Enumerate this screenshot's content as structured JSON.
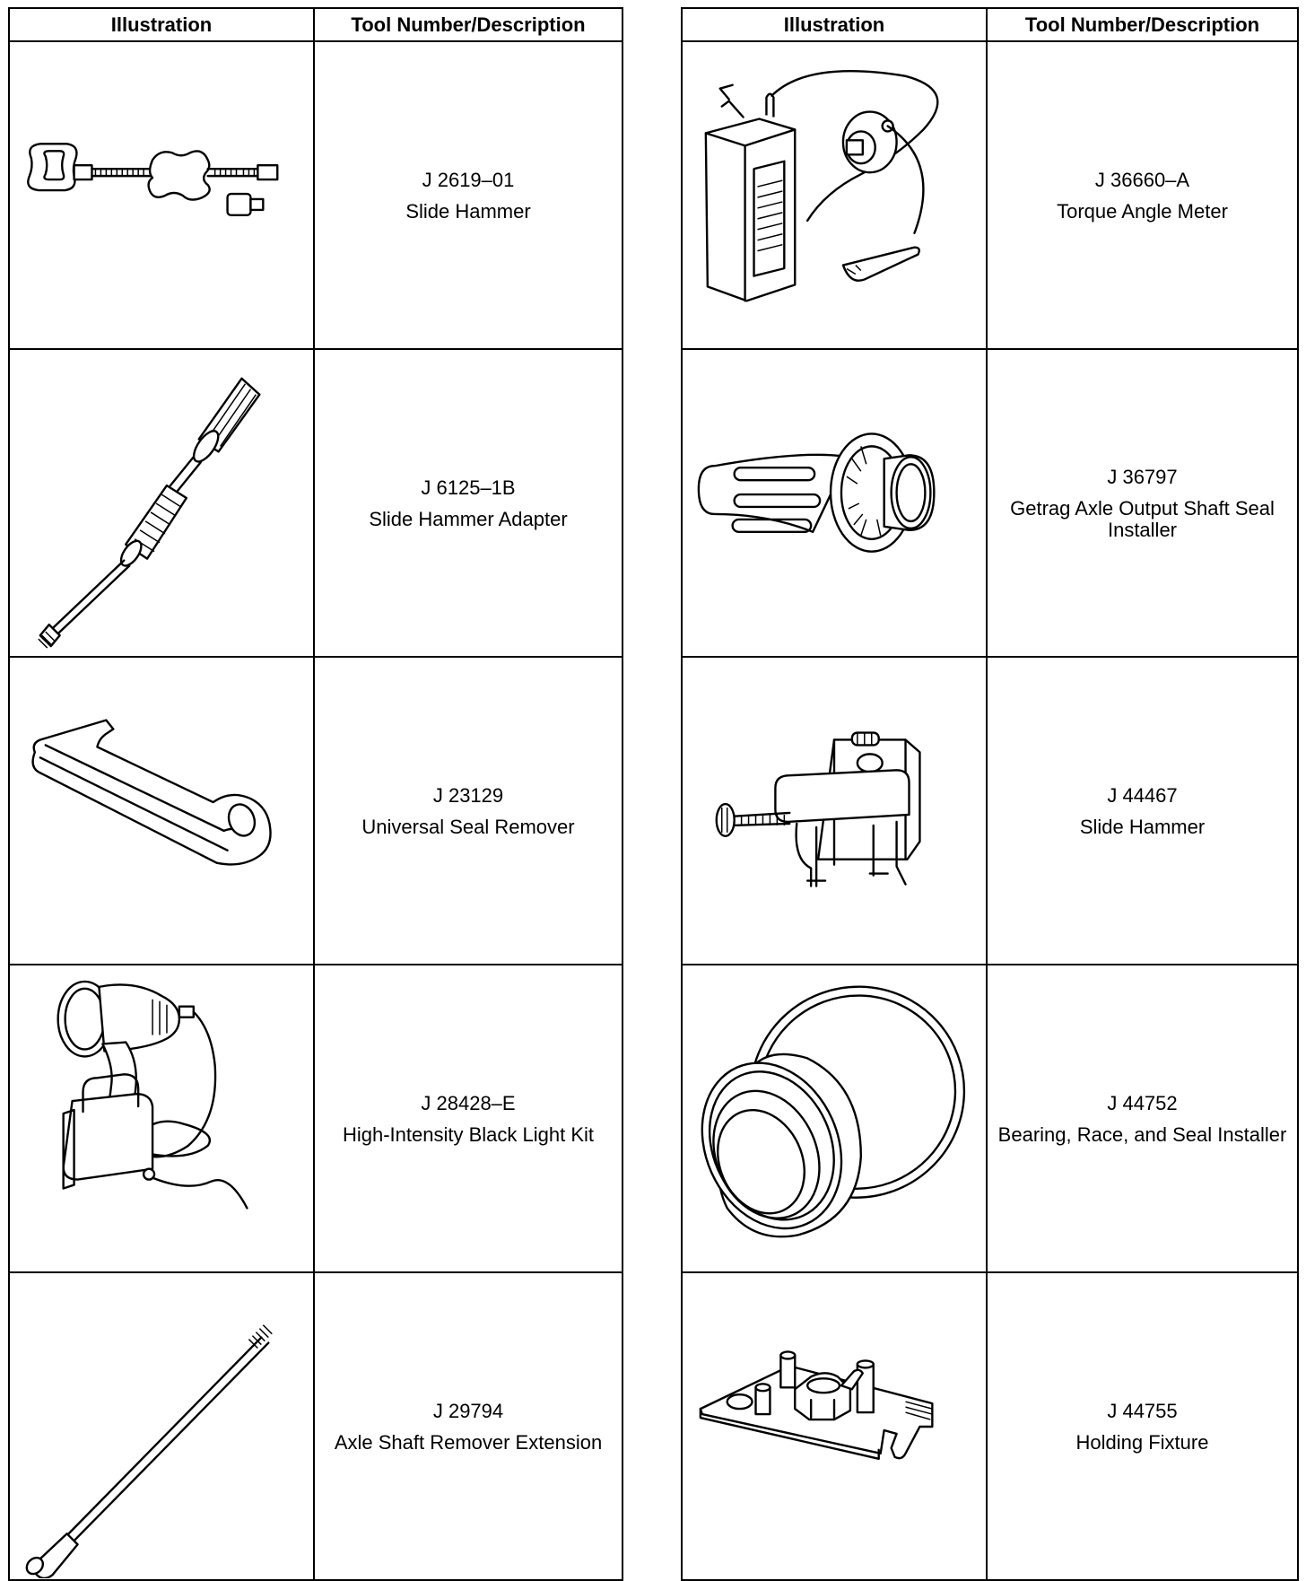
{
  "headers": {
    "illustration": "Illustration",
    "tool": "Tool Number/Description"
  },
  "left_rows": [
    {
      "icon": "slide-hammer-icon",
      "number": "J 2619–01",
      "name": "Slide Hammer"
    },
    {
      "icon": "slide-hammer-adapter-icon",
      "number": "J 6125–1B",
      "name": "Slide Hammer Adapter"
    },
    {
      "icon": "seal-remover-icon",
      "number": "J 23129",
      "name": "Universal Seal Remover"
    },
    {
      "icon": "black-light-kit-icon",
      "number": "J 28428–E",
      "name": "High-Intensity Black Light Kit"
    },
    {
      "icon": "axle-shaft-extension-icon",
      "number": "J 29794",
      "name": "Axle Shaft Remover Extension"
    }
  ],
  "right_rows": [
    {
      "icon": "torque-angle-meter-icon",
      "number": "J 36660–A",
      "name": "Torque Angle Meter"
    },
    {
      "icon": "seal-installer-icon",
      "number": "J 36797",
      "name": "Getrag Axle Output Shaft Seal Installer"
    },
    {
      "icon": "clamp-slide-hammer-icon",
      "number": "J 44467",
      "name": "Slide Hammer"
    },
    {
      "icon": "bearing-race-installer-icon",
      "number": "J 44752",
      "name": "Bearing, Race, and Seal Installer"
    },
    {
      "icon": "holding-fixture-icon",
      "number": "J 44755",
      "name": "Holding Fixture"
    }
  ]
}
